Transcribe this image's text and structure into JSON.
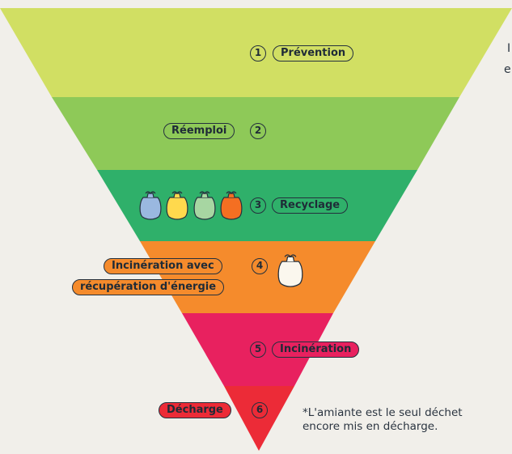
{
  "levels": [
    {
      "number": "1",
      "label": "Prévention",
      "fill": "#d1df63"
    },
    {
      "number": "2",
      "label": "Réemploi",
      "fill": "#8ec958"
    },
    {
      "number": "3",
      "label": "Recyclage",
      "fill": "#2fb06a"
    },
    {
      "number": "4",
      "label_line1": "Incinération avec",
      "label_line2": "récupération d'énergie",
      "fill": "#f58b2c"
    },
    {
      "number": "5",
      "label": "Incinération",
      "fill": "#e8215f"
    },
    {
      "number": "6",
      "label": "Décharge",
      "fill": "#ec2b37"
    }
  ],
  "bags": [
    {
      "name": "blue-bag-icon",
      "color": "#9ab8e0"
    },
    {
      "name": "yellow-bag-icon",
      "color": "#ffd94d"
    },
    {
      "name": "green-bag-icon",
      "color": "#a7d6a2"
    },
    {
      "name": "orange-bag-icon",
      "color": "#f46f22"
    },
    {
      "name": "white-bag-icon",
      "color": "#fbf7ee"
    }
  ],
  "footnote": {
    "line1": "*L'amiante est le seul déchet",
    "line2": "encore mis en décharge."
  },
  "edge_text": {
    "line1": "I",
    "line2": "e"
  },
  "colors": {
    "outline": "#24303d",
    "background": "#f1efea"
  }
}
